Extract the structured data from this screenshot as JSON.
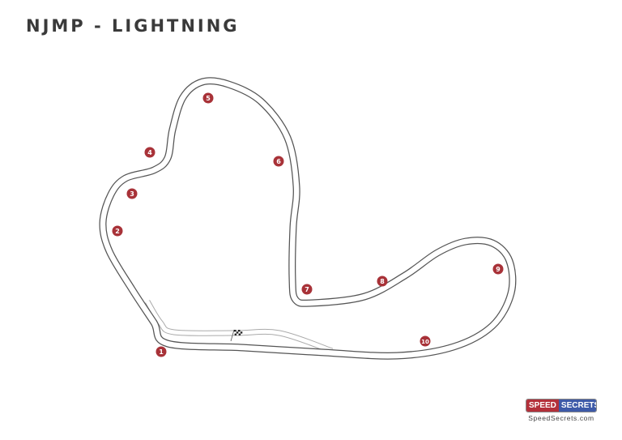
{
  "title": "NJMP - LIGHTNING",
  "logo": {
    "part1": "SPEED",
    "part2": "SECRETS",
    "url": "SpeedSecrets.com"
  },
  "colors": {
    "marker": "#a83238",
    "track": "#555555",
    "pit": "#aaaaaa"
  },
  "turns": [
    "1",
    "2",
    "3",
    "4",
    "5",
    "6",
    "7",
    "8",
    "9",
    "10"
  ],
  "icons": {
    "start_finish": "checkered-flag-icon"
  }
}
